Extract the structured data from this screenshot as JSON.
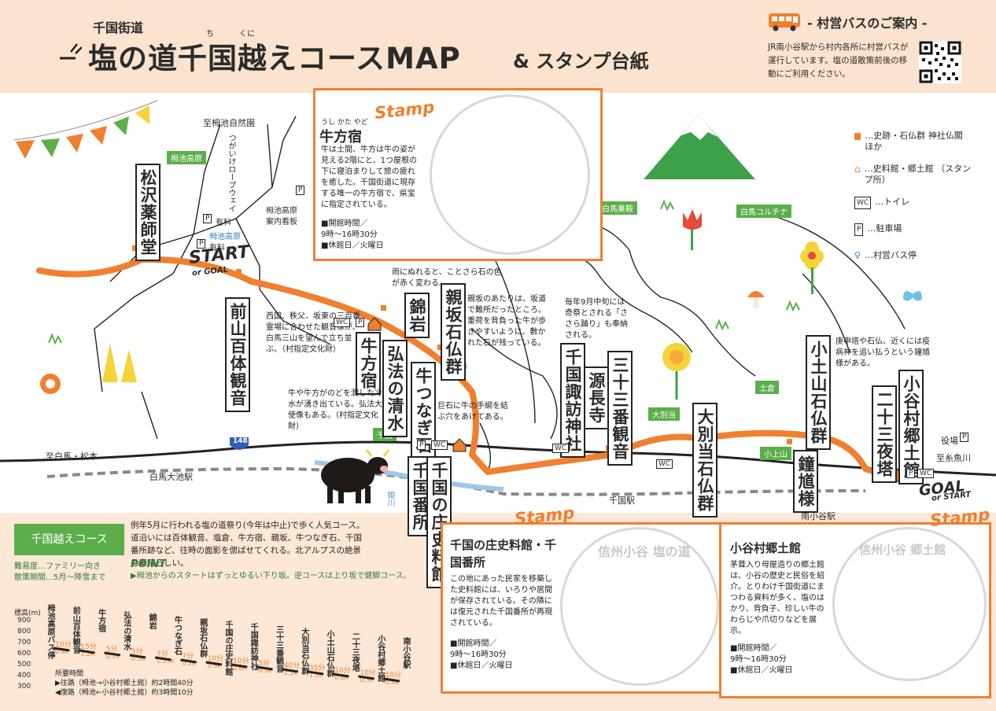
{
  "header": {
    "subtitle": "千国街道",
    "title": "塩の道千国越えコースMAP",
    "ruby_chi": "ち",
    "ruby_kuni": "くに",
    "title_suffix": "& スタンプ台紙"
  },
  "bus_info": {
    "title": "- 村営バスのご案内 -",
    "text": "JR南小谷駅から村内各所に村営バスが運行しています。塩の道散策前後の移動にご利用ください。"
  },
  "legend": {
    "items": [
      {
        "label": "…史跡・石仏群 神社仏閣 ほか"
      },
      {
        "label": "…史料館・郷土館 （スタンプ所）"
      },
      {
        "label": "…トイレ",
        "icon_text": "WC"
      },
      {
        "label": "…駐車場",
        "icon_text": "P"
      },
      {
        "label": "…村営バス停"
      }
    ]
  },
  "map_labels": {
    "tsugaike_shizenen": "至栂池自然園",
    "ropeway": "つがいけロープウェイ",
    "tsugaike_kogen_tag": "栂池高原",
    "hakuba_norikura": "白馬乗鞍",
    "hakuba_cortina": "白馬コルチナ",
    "parking1": "有料",
    "parking2": "有料",
    "bus_tsugaike": "栂池高原",
    "annaiban": "栂池高原\n案内看板",
    "start": "START",
    "start_sub": "or GOAL",
    "goal": "GOAL",
    "goal_sub": "or START",
    "to_hakuba": "至白馬・松本",
    "hakuba_oike": "白馬大池駅",
    "route148": "148",
    "river": "姫川",
    "sengoku_eki": "千国駅",
    "minamiotari": "南小谷駅",
    "to_itoigawa": "至糸魚川",
    "yakuba": "役場",
    "tag_sengoku": "千国",
    "tag_ooazuto": "大別当",
    "tag_tsuchigura": "土倉",
    "tag_koyama": "小上山"
  },
  "sites": {
    "matsuzawa": "松沢薬師堂",
    "maeyama": "前山百体観音",
    "maeyama_desc": "西国、秩父、坂東の三百番霊場に合わせた観音像が、白馬三山を望んで立ち並ぶ。（村指定文化財）",
    "ushikatayado": "牛方宿",
    "kobo": "弘法の清水",
    "kobo_desc": "牛や牛方がのどを潤した冷水が湧き出ている。弘法大使像もある。（村指定文化財）",
    "nishikiiwa": "錦岩",
    "nishikiiwa_desc": "雨にぬれると、ことさら石の色が赤く変わる。",
    "ushitsunagi": "牛つなぎ石",
    "ushitsunagi_desc": "巨石に牛の手綱を結ぶ穴をあけてある。",
    "oyasaka": "親坂石仏群",
    "oyasaka_desc": "親坂のあたりは、坂道で難所だったところ。重荷を背負った牛が歩きやすいように、敷かれた石が残っている。",
    "suwa": "千国諏訪神社",
    "suwa_desc": "毎年9月中旬には奇祭とされる「ささら踊り」も奉納される。",
    "gencho": "源長寺",
    "sanjusan1": "三十三番観音",
    "ooazuto": "大別当石仏群",
    "koyama": "小土山石仏群",
    "koyama_desc": "庚申塔や石仏、近くには疫病神を追い払うという鐘馗様がある。",
    "shoki": "鐘馗様",
    "sanjusan2": "二十三夜塔",
    "otari_kyodokan": "小谷村郷土館",
    "sengoku_bansho": "千国番所",
    "shiryokan": "千国の庄史料館"
  },
  "ushikata_box": {
    "stamp": "Stamp",
    "ruby": "うし かた やど",
    "title": "牛方宿",
    "desc": "牛は土間、牛方は牛の姿が見える2階にと、1つ屋根の下に寝泊まりして旅の疲れを癒した。千国街道に現存する唯一の牛方宿で、県宝に指定されている。",
    "hours": "■開館時間／",
    "hours2": "9時〜16時30分",
    "closed": "■休館日／火曜日"
  },
  "shiryokan_box": {
    "stamp": "Stamp",
    "title": "千国の庄史料館・千国番所",
    "desc": "この地にあった民家を移築した史料館には、いろりや居間が保存されている。その隣には復元された千国番所が再現されている。",
    "hours": "■開館時間／",
    "hours2": "9時〜16時30分",
    "closed": "■休館日／火曜日",
    "stamp_text": "信州小谷 塩の道"
  },
  "kyodokan_box": {
    "stamp": "Stamp",
    "title": "小谷村郷土館",
    "desc": "茅葺入り母屋造りの郷土館は、小谷の歴史と民俗を紹介。とりわけ千国街道にまつわる資料が多く、塩のはかり、背負子、珍しい牛のわらじや爪切りなどを展示。",
    "hours": "■開館時間／",
    "hours2": "9時〜16時30分",
    "closed": "■休館日／火曜日",
    "stamp_text": "信州小谷 郷土館"
  },
  "course": {
    "tag": "千国越えコース",
    "desc": "例年5月に行われる塩の道祭り(今年は中止)で歩く人気コース。道沿いには百体観音、塩倉、牛方宿、親坂、牛つなぎ石、千国番所跡など、往時の面影を偲ばせてくれる。北アルプスの絶景も素晴らしい。",
    "difficulty": "難易度…ファミリー向き",
    "season": "散策期間…5月〜降雪まで",
    "point_label": "POINT",
    "point": "▶栂池からのスタートはずっとゆるい下り坂。逆コースは上り坂で健脚コース。"
  },
  "profile": {
    "axis_title": "標高(m)",
    "ticks": [
      "900",
      "800",
      "700",
      "600",
      "500",
      "400",
      "300"
    ],
    "stops": [
      {
        "name": "栂池高原バス停"
      },
      {
        "name": "前山百体観音"
      },
      {
        "name": "牛方宿"
      },
      {
        "name": "弘法の清水"
      },
      {
        "name": "錦岩"
      },
      {
        "name": "牛つなぎ石"
      },
      {
        "name": "親坂石仏群"
      },
      {
        "name": "千国の庄史料館"
      },
      {
        "name": "千国諏訪神社"
      },
      {
        "name": "三十三番観音"
      },
      {
        "name": "大別当石仏群"
      },
      {
        "name": "小土山石仏群"
      },
      {
        "name": "二十三夜塔"
      },
      {
        "name": "小谷村郷土館"
      },
      {
        "name": "南小谷駅"
      }
    ],
    "times": [
      "10分",
      "15分",
      "5分",
      "5分",
      "7分",
      "7分",
      "10分",
      "10分",
      "5分",
      "40分",
      "35分",
      "10分",
      "10分",
      "10分"
    ],
    "dists": [
      "0.4k",
      "1.2k",
      "0.1k",
      "0.1k",
      "0.25k",
      "0.2k",
      "0.6k",
      "0.6k",
      "0.3k",
      "1.1k",
      "1.1k",
      "0.6k",
      "0.3k",
      "0.4k"
    ],
    "required_time": "所要時間",
    "outbound": "▶往路（栂池→小谷村郷土館）約2時間40分",
    "inbound": "◀復路（栂池←小谷村郷土館）約3時間10分"
  }
}
